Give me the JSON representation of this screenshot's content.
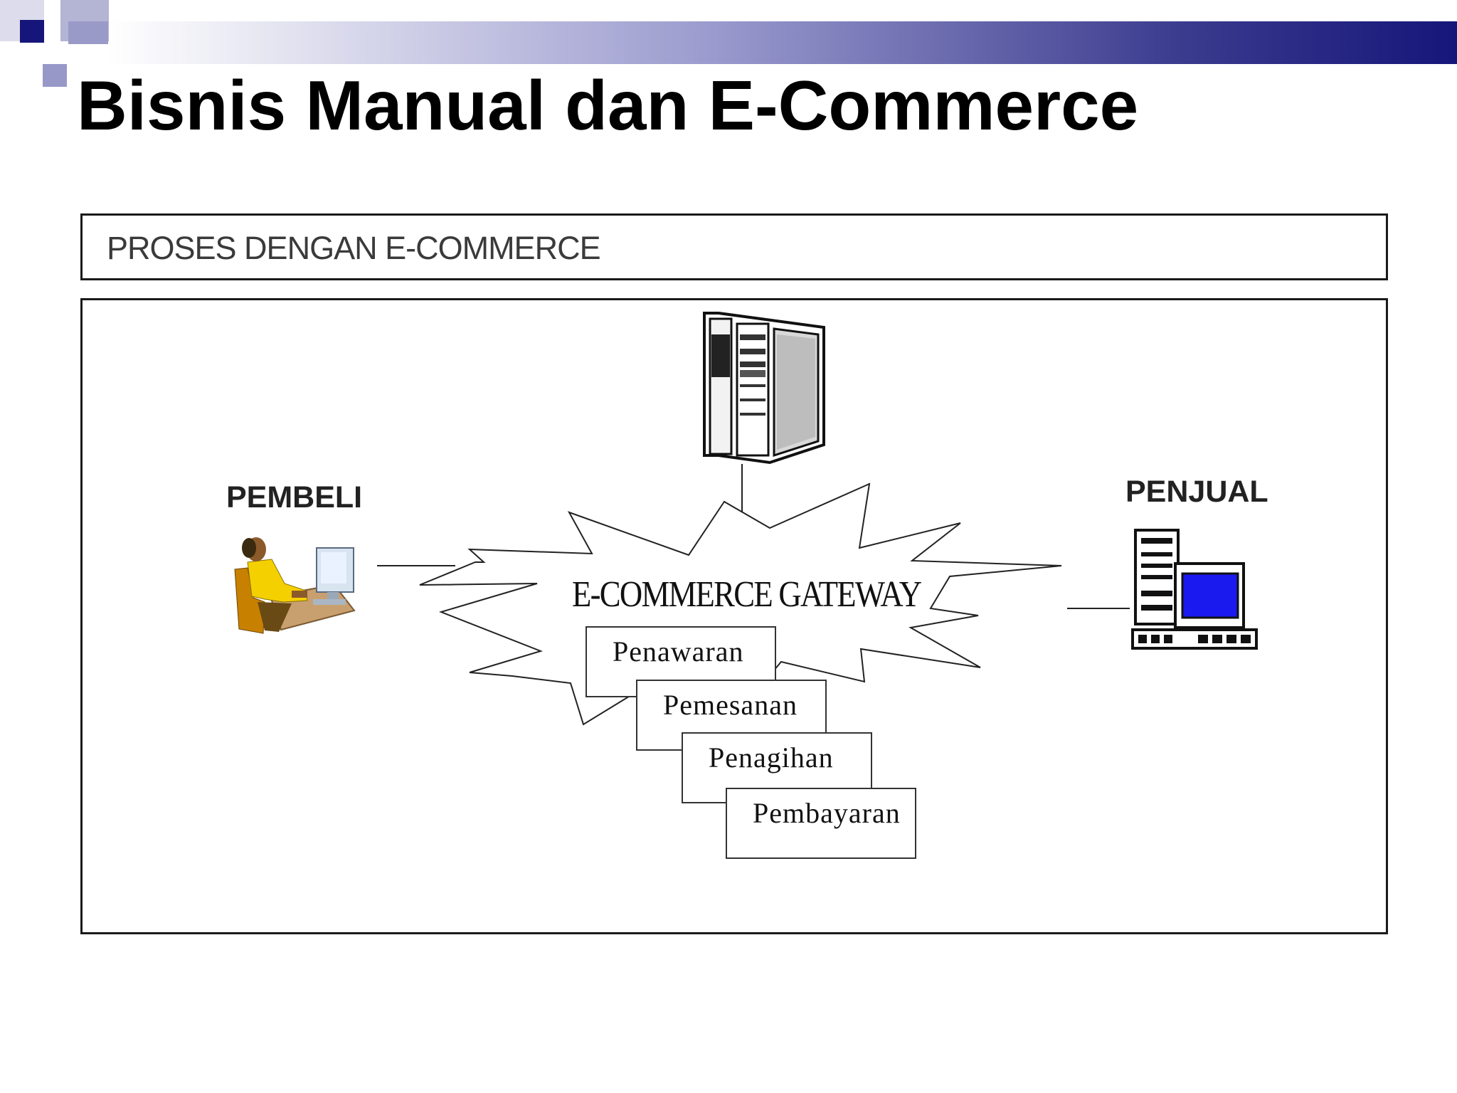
{
  "slide": {
    "title": "Bisnis Manual dan E-Commerce",
    "header_label": "PROSES DENGAN E-COMMERCE"
  },
  "diagram": {
    "buyer_label": "PEMBELI",
    "seller_label": "PENJUAL",
    "gateway_label": "E-COMMERCE GATEWAY",
    "steps": [
      {
        "label": "Penawaran"
      },
      {
        "label": "Pemesanan"
      },
      {
        "label": "Penagihan"
      },
      {
        "label": "Pembayaran"
      }
    ],
    "icons": [
      "server-icon",
      "buyer-at-computer-icon",
      "seller-computer-icon"
    ]
  },
  "colors": {
    "theme_navy": "#16167a",
    "monitor_blue": "#1a1aee",
    "buyer_shirt": "#f5d000"
  }
}
